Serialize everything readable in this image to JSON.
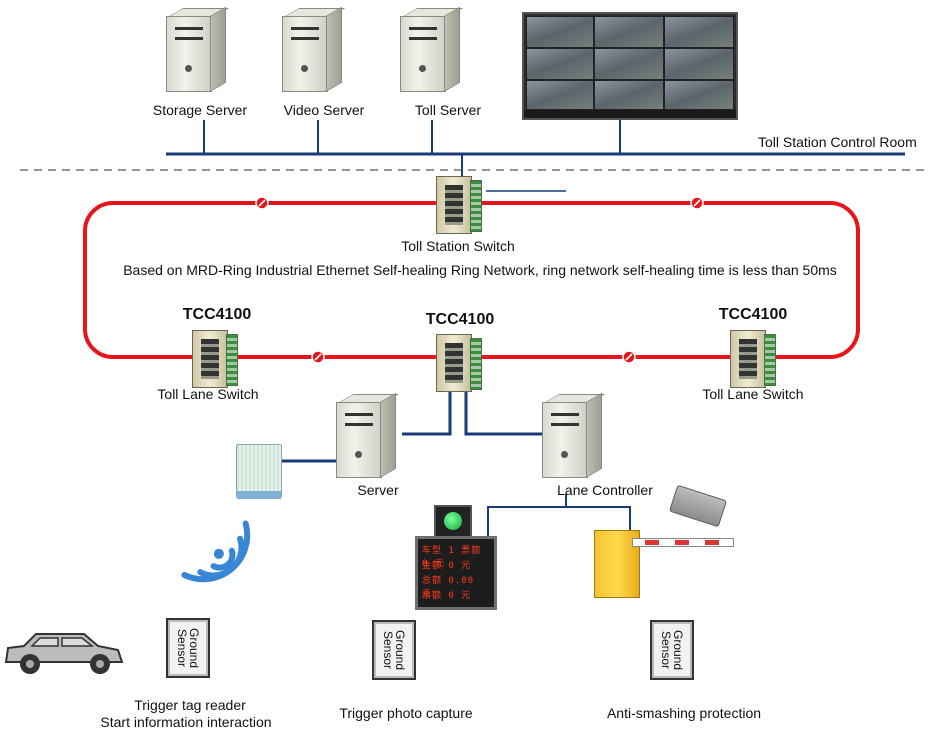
{
  "control_room": {
    "label": "Toll Station Control Room",
    "servers": [
      {
        "label": "Storage Server"
      },
      {
        "label": "Video Server"
      },
      {
        "label": "Toll Server"
      }
    ]
  },
  "ring": {
    "station_switch_label": "Toll Station Switch",
    "description": "Based on MRD-Ring Industrial Ethernet Self-healing Ring Network, ring network self-healing time is less than 50ms",
    "color": "#e8141b",
    "nodes": [
      {
        "model": "TCC4100",
        "label": "Toll Lane Switch"
      },
      {
        "model": "TCC4100",
        "label": ""
      },
      {
        "model": "TCC4100",
        "label": "Toll Lane Switch"
      }
    ]
  },
  "lane": {
    "server_label": "Server",
    "controller_label": "Lane Controller",
    "led_rows": [
      "车型 1 票额  0 元",
      "金额      0 元",
      "总额   0.00 元",
      "余额      0 元"
    ]
  },
  "sensors": [
    {
      "label": "Ground\nSensor",
      "caption_lines": [
        "Trigger tag reader",
        "Start information interaction"
      ]
    },
    {
      "label": "Ground\nSensor",
      "caption_lines": [
        "Trigger photo capture"
      ]
    },
    {
      "label": "Ground\nSensor",
      "caption_lines": [
        "Anti-smashing protection"
      ]
    }
  ],
  "colors": {
    "network_line": "#1a3a78",
    "divider": "#555555"
  }
}
